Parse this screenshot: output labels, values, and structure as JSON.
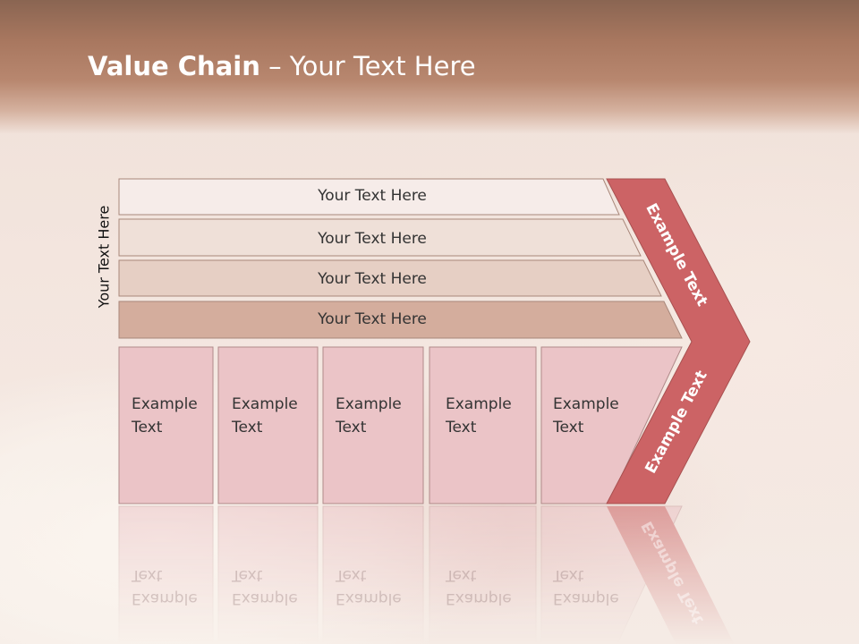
{
  "slide": {
    "title_bold": "Value Chain",
    "title_rest": " – Your Text Here",
    "side_label": "Your Text Here"
  },
  "rows": [
    {
      "label": "Your Text Here"
    },
    {
      "label": "Your Text Here"
    },
    {
      "label": "Your Text Here"
    },
    {
      "label": "Your Text Here"
    }
  ],
  "cells": [
    {
      "label": "Example\nText"
    },
    {
      "label": "Example\nText"
    },
    {
      "label": "Example\nText"
    },
    {
      "label": "Example\nText"
    },
    {
      "label": "Example\nText"
    }
  ],
  "chevron": {
    "upper_label": "Example Text",
    "lower_label": "Example Text"
  },
  "colors": {
    "chevron": "#cc6365",
    "cells": "#ebc4c7",
    "row1": "#f6ece9",
    "row2": "#efe0d8",
    "row3": "#e6cfc4",
    "row4": "#d4ad9d"
  }
}
